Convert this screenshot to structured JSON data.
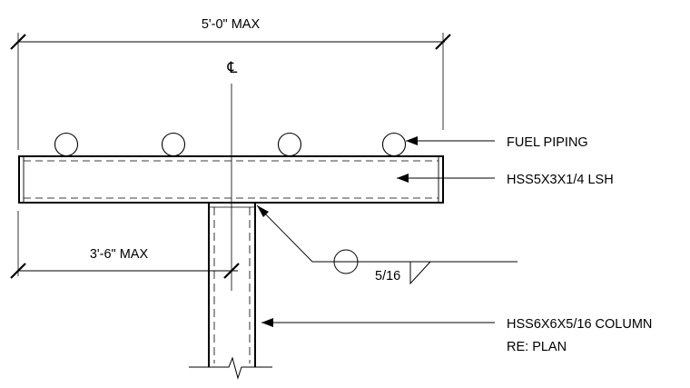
{
  "dimensions": {
    "overall_width": "5'-0\" MAX",
    "cantilever_length": "3'-6\" MAX"
  },
  "centerline_symbol": "℄",
  "callouts": {
    "fuel_piping": "FUEL PIPING",
    "beam": "HSS5X3X1/4 LSH",
    "weld_size": "5/16",
    "column_line1": "HSS6X6X5/16 COLUMN",
    "column_line2": "RE: PLAN"
  },
  "colors": {
    "line": "#000000",
    "background": "#ffffff"
  }
}
